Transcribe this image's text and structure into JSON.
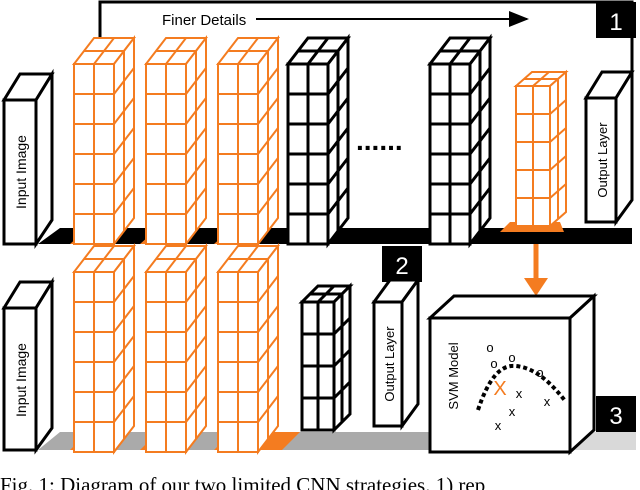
{
  "top_banner": {
    "label": "Finer Details"
  },
  "strategies": [
    {
      "number": "1",
      "input_label": "Input Image",
      "output_label": "Output Layer",
      "ellipsis": "......"
    },
    {
      "number": "2",
      "input_label": "Input Image",
      "output_label": "Output Layer"
    },
    {
      "number": "3",
      "svm_label": "SVM Model",
      "highlight_marker": "X",
      "marker_o": "o",
      "marker_x": "x"
    }
  ],
  "caption": "Fig. 1: Diagram of our two limited CNN strategies. 1) rep",
  "colors": {
    "orange": "#F47C20",
    "black": "#000000",
    "gray": "#AAAAAA",
    "lightgray": "#D9D9D9"
  }
}
